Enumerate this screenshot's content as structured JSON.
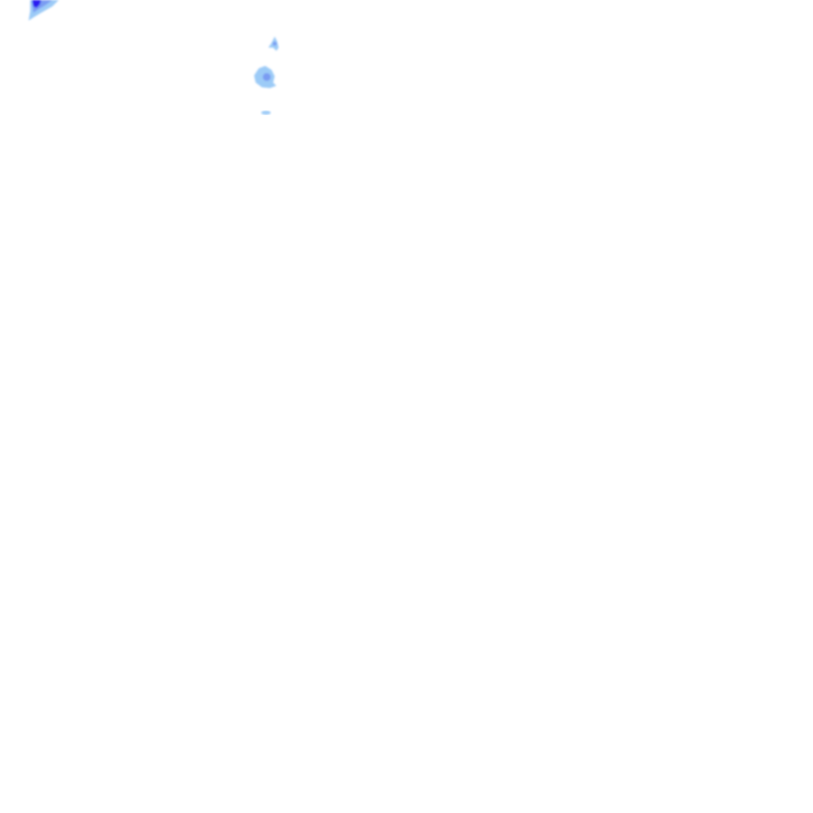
{
  "map": {
    "colors": {
      "light_precip": "#9ccbf7",
      "moderate_precip": "#7a9cf2",
      "heavy_precip": "#2a1ef0",
      "background": "#ffffff"
    },
    "cells": [
      {
        "name": "precip-cell-northwest",
        "intensity": "heavy"
      },
      {
        "name": "precip-cell-small-star",
        "intensity": "moderate"
      },
      {
        "name": "precip-cell-round",
        "intensity": "light"
      },
      {
        "name": "precip-cell-streak",
        "intensity": "light"
      }
    ]
  }
}
